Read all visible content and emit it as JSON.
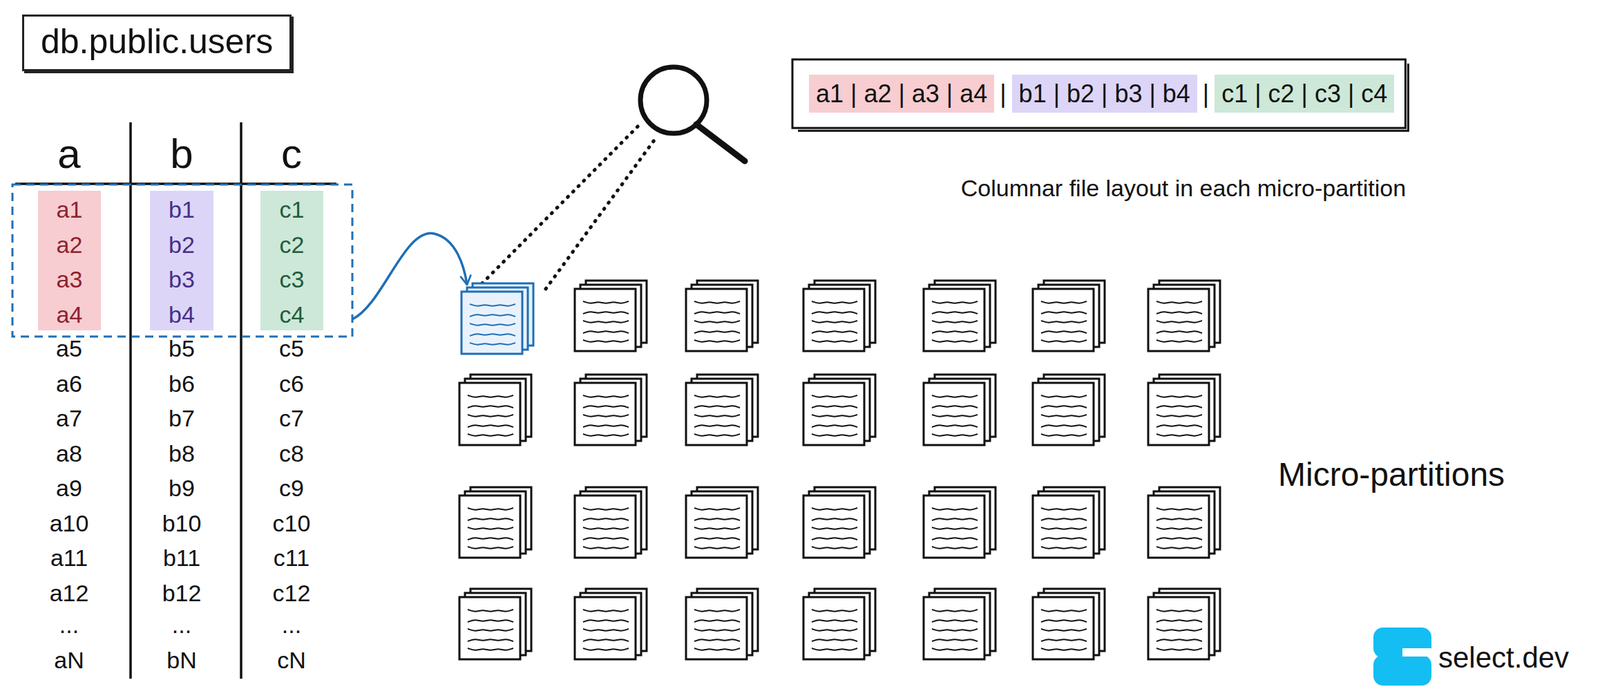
{
  "diagram": {
    "nodes": [
      {
        "text": [
          "db.public.users"
        ]
      },
      {
        "text": [
          "a1",
          "a2",
          "a3",
          "a4"
        ]
      },
      {
        "text": [
          "b1",
          "b2",
          "b3",
          "b4"
        ]
      },
      {
        "text": [
          "c1",
          "c2",
          "c3",
          "c4"
        ]
      },
      {
        "text": [
          "a1 | a2 | a3 | a4"
        ]
      },
      {
        "text": [
          "b1 | b2 | b3 | b4"
        ]
      },
      {
        "text": [
          "c1 | c2 | c3 | c4"
        ]
      }
    ],
    "labels": [
      "a",
      "b",
      "c",
      "a5",
      "b5",
      "c5",
      "a6",
      "b6",
      "c6",
      "a7",
      "b7",
      "c7",
      "a8",
      "b8",
      "c8",
      "a9",
      "b9",
      "c9",
      "a10",
      "b10",
      "c10",
      "a11",
      "b11",
      "c11",
      "a12",
      "b12",
      "c12",
      "...",
      "...",
      "...",
      "aN",
      "bN",
      "cN",
      "|",
      "|",
      "Columnar file layout in each micro-partition",
      "Micro-partitions",
      "select.dev"
    ]
  }
}
